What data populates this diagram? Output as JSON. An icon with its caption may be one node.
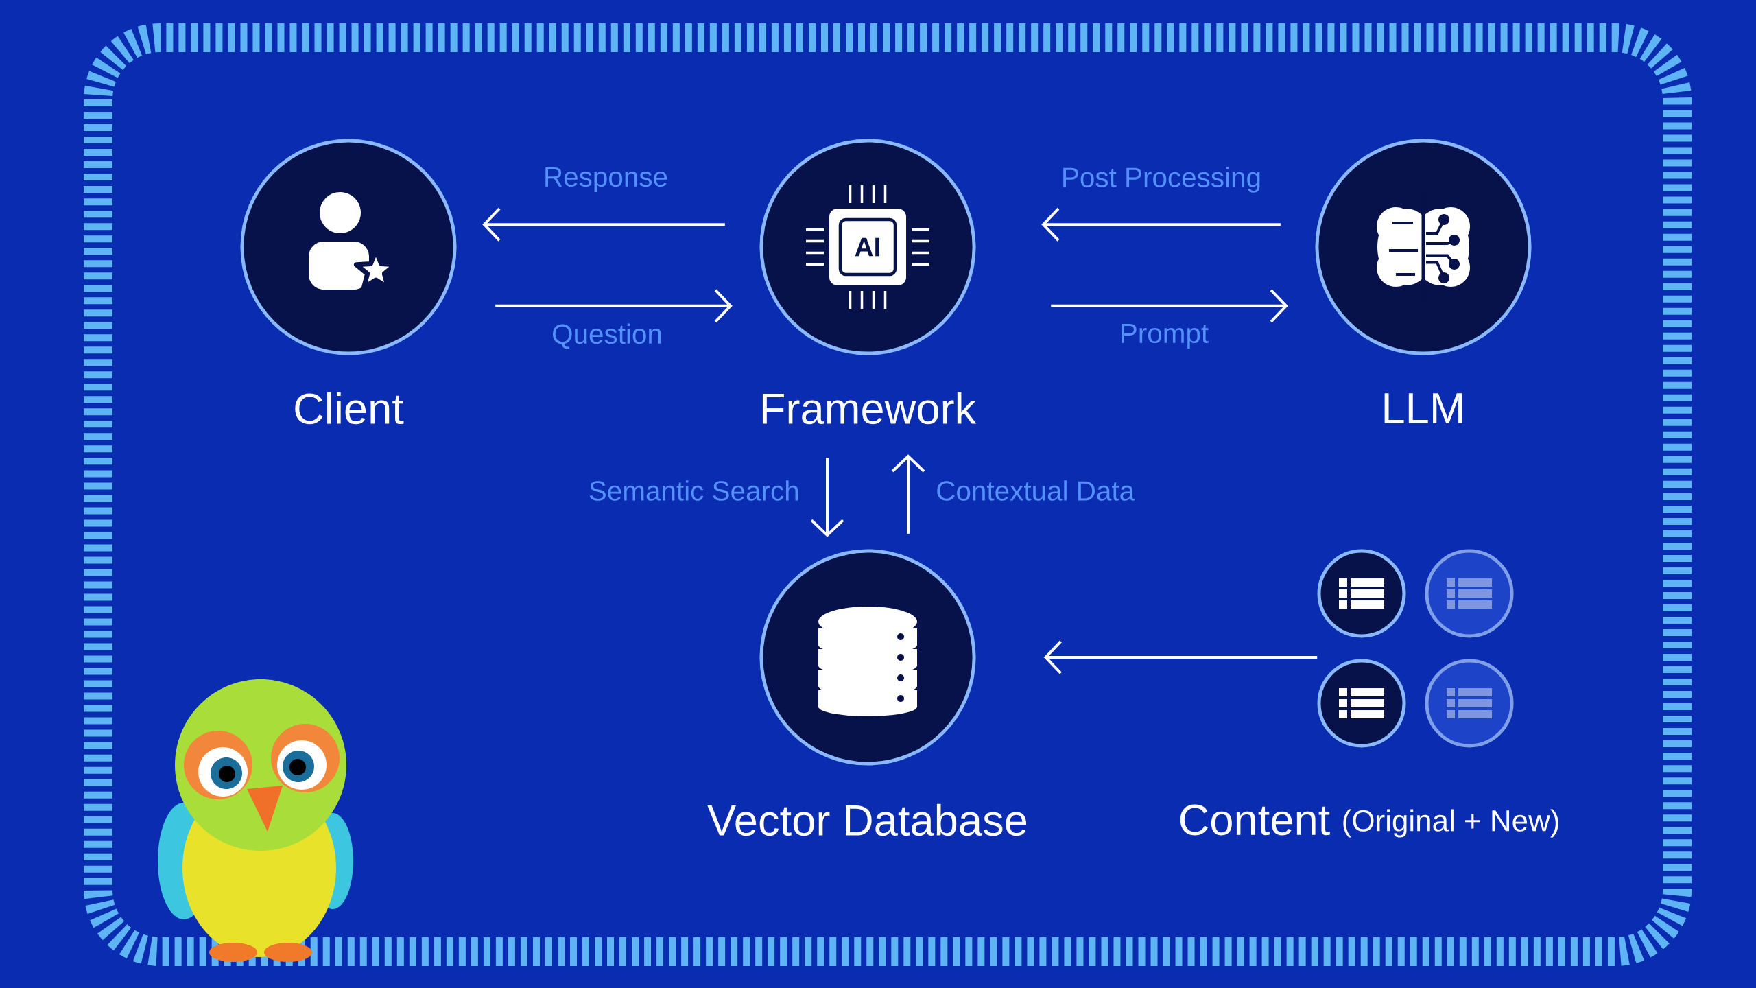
{
  "diagram": {
    "nodes": [
      {
        "text": [
          "Client"
        ]
      },
      {
        "text": [
          "Framework"
        ]
      },
      {
        "text": [
          "LLM"
        ]
      },
      {
        "text": [
          "Vector Database"
        ]
      },
      {
        "text": [
          "Content",
          "(Original + New)"
        ]
      }
    ],
    "edges": [
      {
        "from": 1,
        "to": 0,
        "arrow": "to",
        "label": "Response"
      },
      {
        "from": 0,
        "to": 1,
        "arrow": "to",
        "label": "Question"
      },
      {
        "from": 2,
        "to": 1,
        "arrow": "to",
        "label": "Post Processing"
      },
      {
        "from": 1,
        "to": 2,
        "arrow": "to",
        "label": "Prompt"
      },
      {
        "from": 1,
        "to": 3,
        "arrow": "to",
        "label": "Semantic Search"
      },
      {
        "from": 3,
        "to": 1,
        "arrow": "to",
        "label": "Contextual Data"
      },
      {
        "from": 4,
        "to": 3,
        "arrow": "to"
      }
    ],
    "labels": [
      "AI"
    ]
  }
}
